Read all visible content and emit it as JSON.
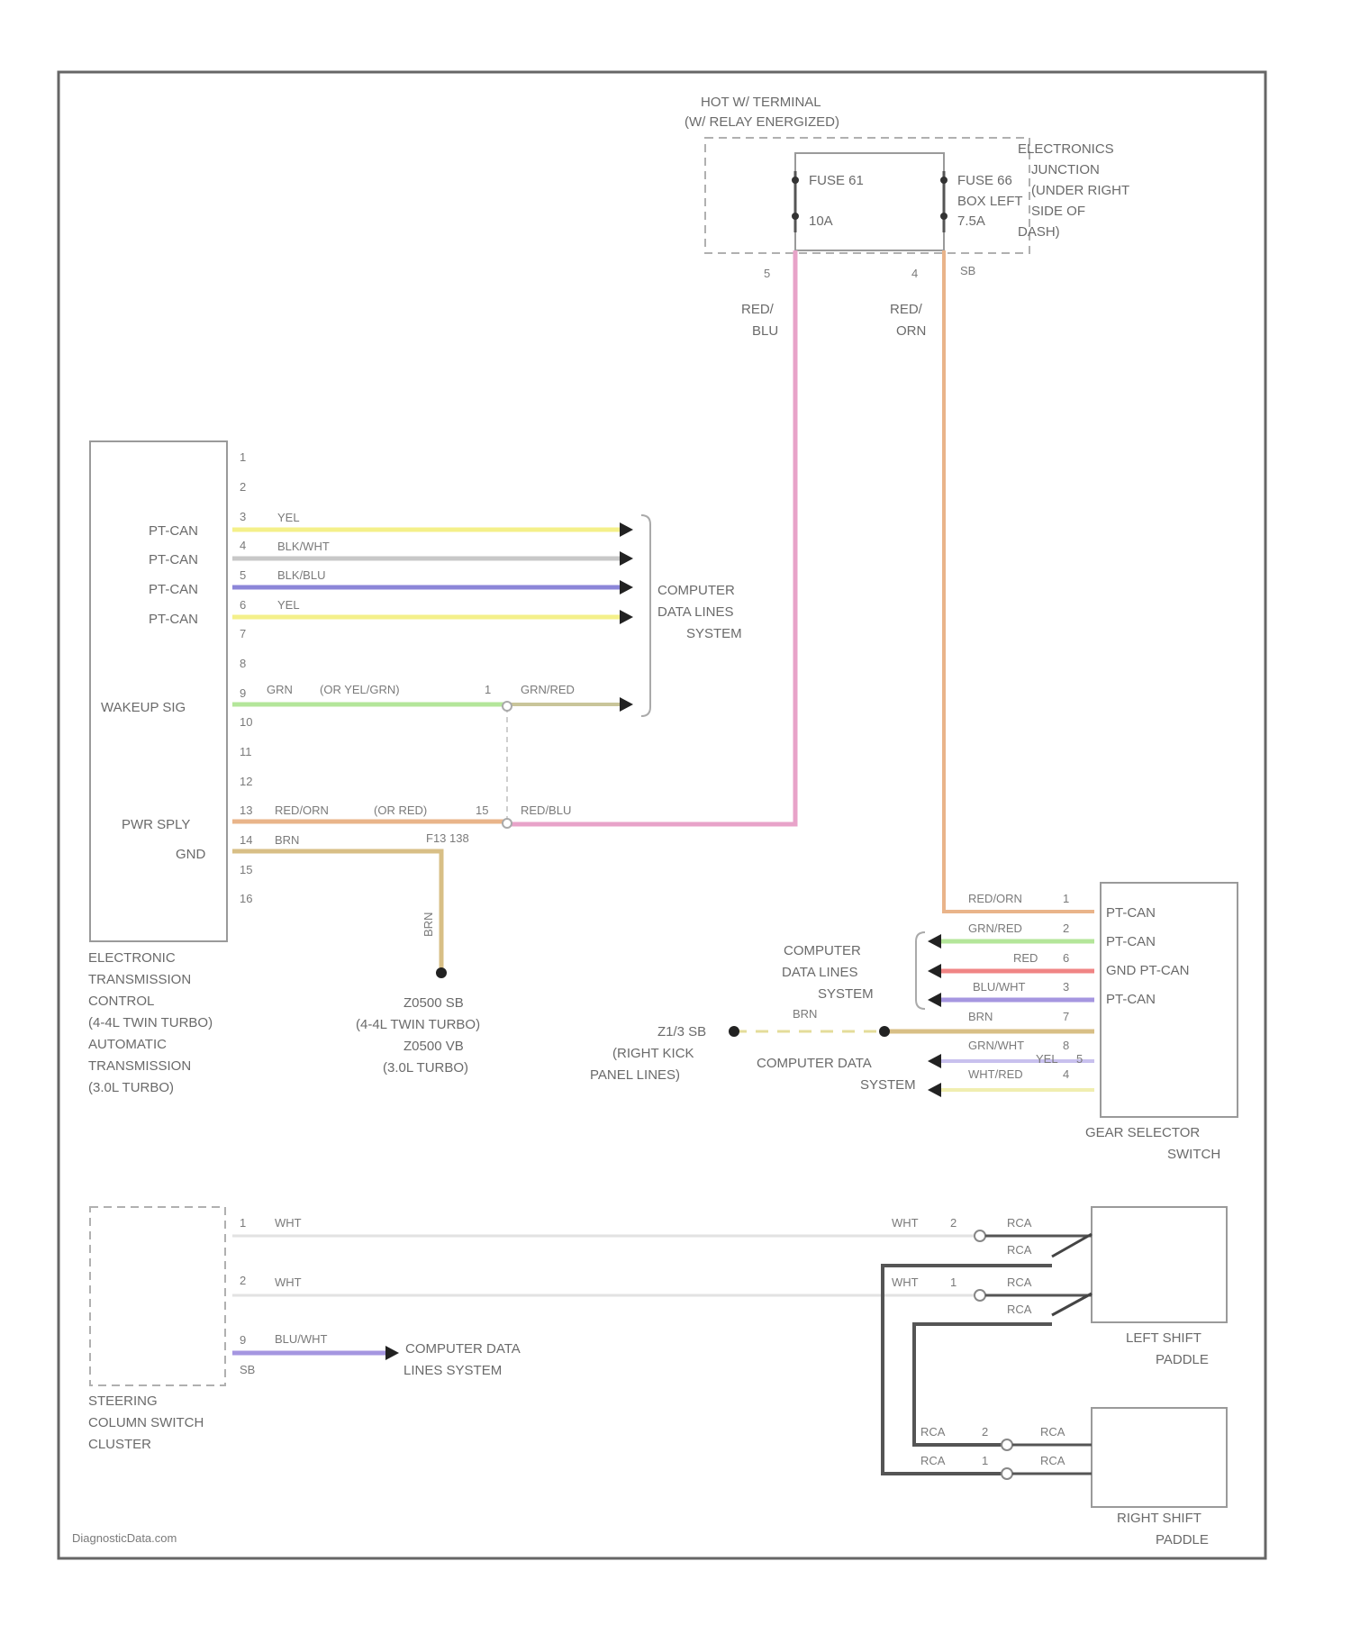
{
  "footer": {
    "watermark": "DiagnosticData.com"
  },
  "hot_terminal": {
    "title_line1": "HOT W/ TERMINAL",
    "title_line2": "(W/ RELAY ENERGIZED)",
    "fuse_left_line1": "FUSE 61",
    "fuse_left_line2": "10A",
    "fuse_right_line1": "FUSE 66",
    "fuse_right_line2": "7.5A",
    "pin_left": "5",
    "pin_right": "4",
    "pin_right_b": "SB",
    "junction_line1": "ELECTRONICS",
    "junction_line2": "JUNCTION",
    "junction_line3": "(UNDER RIGHT",
    "junction_line4": "SIDE OF",
    "junction_line5": "DASH)",
    "fuse_box_line": "BOX LEFT",
    "wire_left_line1": "RED/",
    "wire_left_line2": "BLU",
    "wire_right_line1": "RED/",
    "wire_right_line2": "ORN"
  },
  "tcm": {
    "name_line1": "ELECTRONIC",
    "name_line2": "TRANSMISSION",
    "name_line3": "CONTROL",
    "name_line4": "(4-4L TWIN TURBO)",
    "name_line5": "AUTOMATIC",
    "name_line6": "TRANSMISSION",
    "name_line7": "(3.0L TURBO)",
    "pins": [
      "1",
      "2",
      "3",
      "4",
      "5",
      "6",
      "7",
      "8",
      "9",
      "10",
      "11",
      "12",
      "13",
      "14",
      "15",
      "16"
    ],
    "signals": [
      "PT-CAN",
      "PT-CAN",
      "PT-CAN",
      "PT-CAN",
      "WAKEUP SIG",
      "PWR SPLY",
      "GND"
    ],
    "wires": [
      "YEL",
      "BLK/WHT",
      "BLK/BLU",
      "YEL",
      "GRN",
      "(OR YEL/GRN)",
      "GRN/RED",
      "RED/ORN",
      "(OR RED)",
      "RED/BLU",
      "BRN"
    ],
    "splice_pin_a": "1",
    "splice_pin_b": "15",
    "splice_code": "F13 138",
    "ground_wire": "BRN",
    "ground_line1": "Z0500 SB",
    "ground_line2": "(4-4L TWIN TURBO)",
    "ground_line3": "Z0500 VB",
    "ground_line4": "(3.0L TURBO)",
    "cds_line1": "COMPUTER",
    "cds_line2": "DATA LINES",
    "cds_line3": "SYSTEM"
  },
  "gear_selector": {
    "name_line1": "GEAR SELECTOR",
    "name_line2": "SWITCH",
    "signals": [
      "PT-CAN",
      "PT-CAN",
      "GND PT-CAN",
      "PT-CAN"
    ],
    "wires": [
      "RED/ORN",
      "GRN/RED",
      "RED",
      "BLU/WHT",
      "BRN",
      "GRN/WHT",
      "WHT/RED",
      "YEL"
    ],
    "pins": [
      "1",
      "2",
      "6",
      "3",
      "7",
      "8",
      "4",
      "5"
    ],
    "cds_line1": "COMPUTER",
    "cds_line2": "DATA LINES",
    "cds_line3": "SYSTEM",
    "cds2_line1": "COMPUTER DATA",
    "cds2_line2": "SYSTEM",
    "ground_wire": "BRN",
    "ground_line1": "Z1/3 SB",
    "ground_line2": "(RIGHT KICK",
    "ground_line3": "PANEL LINES)"
  },
  "steering": {
    "name_line1": "STEERING",
    "name_line2": "COLUMN SWITCH",
    "name_line3": "CLUSTER",
    "pins": [
      "1",
      "2",
      "9",
      "SB"
    ],
    "wires": [
      "WHT",
      "WHT",
      "BLU/WHT"
    ],
    "cds_line1": "COMPUTER DATA",
    "cds_line2": "LINES SYSTEM"
  },
  "paddles": {
    "left_line1": "LEFT SHIFT",
    "left_line2": "PADDLE",
    "right_line1": "RIGHT SHIFT",
    "right_line2": "PADDLE",
    "wire_wht": "WHT",
    "rca": "RCA",
    "pin_2": "2",
    "pin_1": "1"
  }
}
